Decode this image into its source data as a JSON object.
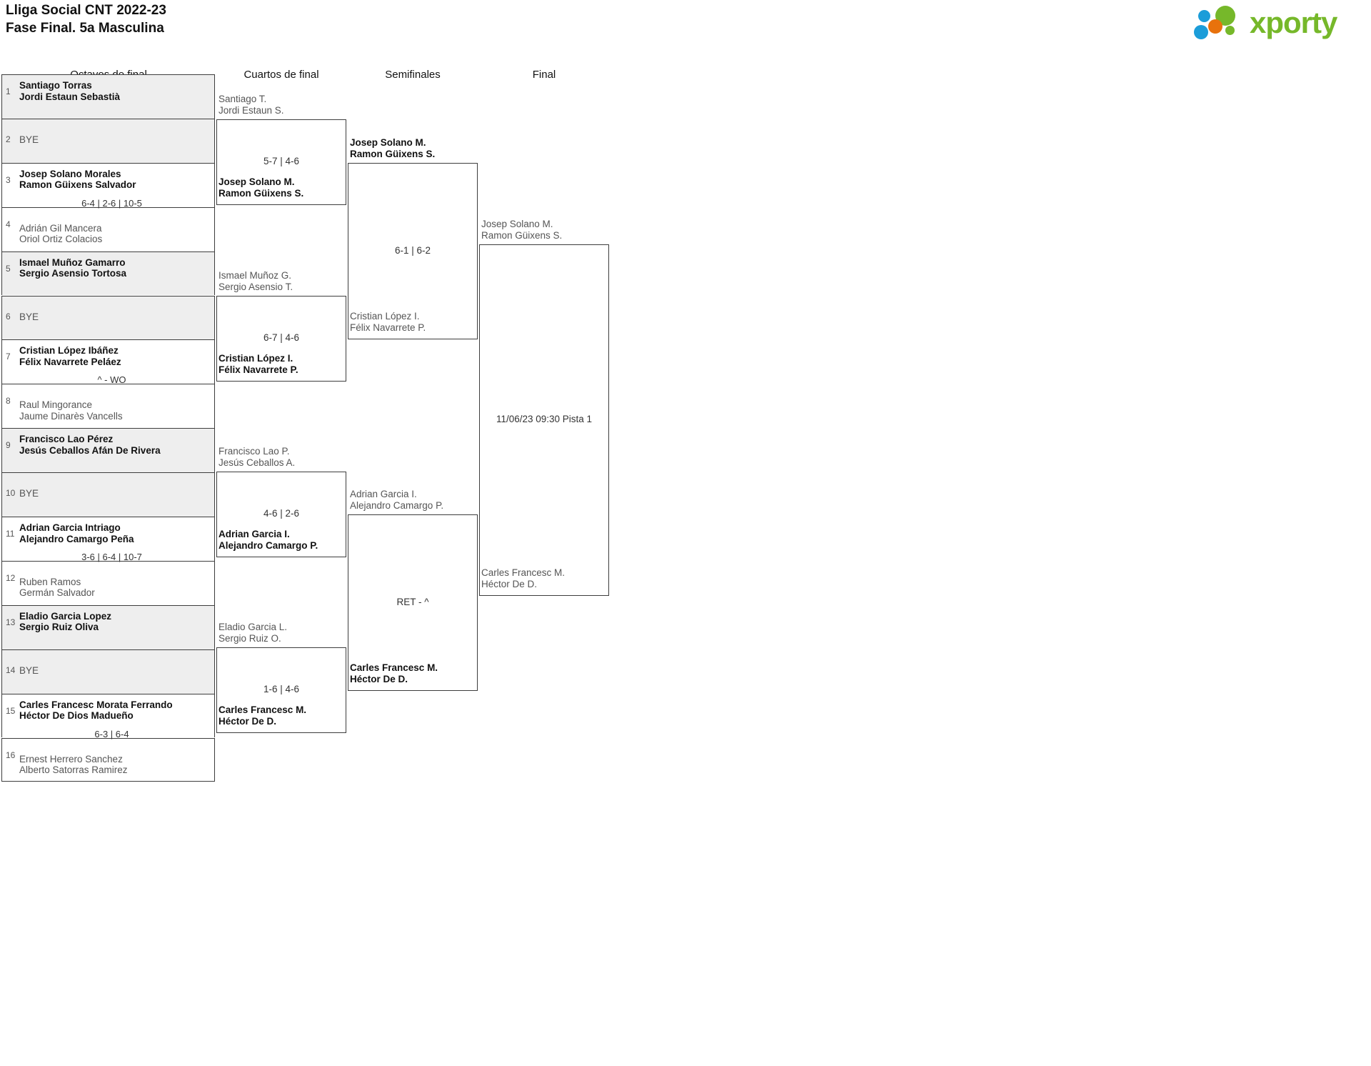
{
  "header": {
    "title_line1": "Lliga Social CNT 2022-23",
    "title_line2": "Fase Final. 5a Masculina",
    "logo_text": "xporty",
    "logo_colors": {
      "green": "#76b82a",
      "blue": "#1b9dd9",
      "orange": "#e8720c"
    }
  },
  "rounds": [
    {
      "label": "Octavos de final"
    },
    {
      "label": "Cuartos de final"
    },
    {
      "label": "Semifinales"
    },
    {
      "label": "Final"
    }
  ],
  "round1": {
    "entries": [
      {
        "seed": "1",
        "p1": "Santiago Torras",
        "p2": "Jordi Estaun Sebastià",
        "state": "win"
      },
      {
        "seed": "2",
        "bye": "BYE",
        "state": "bye"
      },
      {
        "seed": "3",
        "p1": "Josep Solano Morales",
        "p2": "Ramon Güixens Salvador",
        "state": "win"
      },
      {
        "seed": "4",
        "p1": "Adrián Gil Mancera",
        "p2": "Oriol Ortiz Colacios",
        "state": "lose"
      },
      {
        "seed": "5",
        "p1": "Ismael Muñoz Gamarro",
        "p2": "Sergio Asensio Tortosa",
        "state": "win"
      },
      {
        "seed": "6",
        "bye": "BYE",
        "state": "bye"
      },
      {
        "seed": "7",
        "p1": "Cristian López Ibáñez",
        "p2": "Félix Navarrete Peláez",
        "state": "win"
      },
      {
        "seed": "8",
        "p1": "Raul Mingorance",
        "p2": "Jaume Dinarès Vancells",
        "state": "lose"
      },
      {
        "seed": "9",
        "p1": "Francisco Lao Pérez",
        "p2": "Jesús Ceballos Afán De Rivera",
        "state": "win"
      },
      {
        "seed": "10",
        "bye": "BYE",
        "state": "bye"
      },
      {
        "seed": "11",
        "p1": "Adrian Garcia Intriago",
        "p2": "Alejandro Camargo Peña",
        "state": "win"
      },
      {
        "seed": "12",
        "p1": "Ruben Ramos",
        "p2": "Germán Salvador",
        "state": "lose"
      },
      {
        "seed": "13",
        "p1": "Eladio Garcia Lopez",
        "p2": "Sergio Ruiz Oliva",
        "state": "win"
      },
      {
        "seed": "14",
        "bye": "BYE",
        "state": "bye"
      },
      {
        "seed": "15",
        "p1": "Carles Francesc Morata Ferrando",
        "p2": "Héctor De Dios Madueño",
        "state": "win"
      },
      {
        "seed": "16",
        "p1": "Ernest Herrero Sanchez",
        "p2": "Alberto Satorras Ramirez",
        "state": "lose"
      }
    ],
    "scores": [
      {
        "text": "6-4 | 2-6 | 10-5"
      },
      {
        "text": "^ - WO"
      },
      {
        "text": "3-6 | 6-4 | 10-7"
      },
      {
        "text": "6-3 | 6-4"
      }
    ]
  },
  "round2": {
    "matches": [
      {
        "score": "5-7 | 4-6",
        "top": {
          "p1": "Santiago T.",
          "p2": "Jordi Estaun S.",
          "state": "lose"
        },
        "bottom": {
          "p1": "Josep Solano M.",
          "p2": "Ramon Güixens S.",
          "state": "win"
        }
      },
      {
        "score": "6-7 | 4-6",
        "top": {
          "p1": "Ismael Muñoz G.",
          "p2": "Sergio Asensio T.",
          "state": "lose"
        },
        "bottom": {
          "p1": "Cristian López I.",
          "p2": "Félix Navarrete P.",
          "state": "win"
        }
      },
      {
        "score": "4-6 | 2-6",
        "top": {
          "p1": "Francisco Lao P.",
          "p2": "Jesús Ceballos A.",
          "state": "lose"
        },
        "bottom": {
          "p1": "Adrian Garcia I.",
          "p2": "Alejandro Camargo P.",
          "state": "win"
        }
      },
      {
        "score": "1-6 | 4-6",
        "top": {
          "p1": "Eladio Garcia L.",
          "p2": "Sergio Ruiz O.",
          "state": "lose"
        },
        "bottom": {
          "p1": "Carles Francesc M.",
          "p2": "Héctor De D.",
          "state": "win"
        }
      }
    ]
  },
  "round3": {
    "matches": [
      {
        "score": "6-1 | 6-2",
        "top": {
          "p1": "Josep Solano M.",
          "p2": "Ramon Güixens S.",
          "state": "win"
        },
        "bottom": {
          "p1": "Cristian López I.",
          "p2": "Félix Navarrete P.",
          "state": "lose"
        }
      },
      {
        "score": "RET - ^",
        "top": {
          "p1": "Adrian Garcia I.",
          "p2": "Alejandro Camargo P.",
          "state": "lose"
        },
        "bottom": {
          "p1": "Carles Francesc M.",
          "p2": "Héctor De D.",
          "state": "win"
        }
      }
    ]
  },
  "round4": {
    "matches": [
      {
        "score": "11/06/23 09:30 Pista 1",
        "top": {
          "p1": "Josep Solano M.",
          "p2": "Ramon Güixens S.",
          "state": "lose"
        },
        "bottom": {
          "p1": "Carles Francesc M.",
          "p2": "Héctor De D.",
          "state": "lose"
        }
      }
    ]
  }
}
